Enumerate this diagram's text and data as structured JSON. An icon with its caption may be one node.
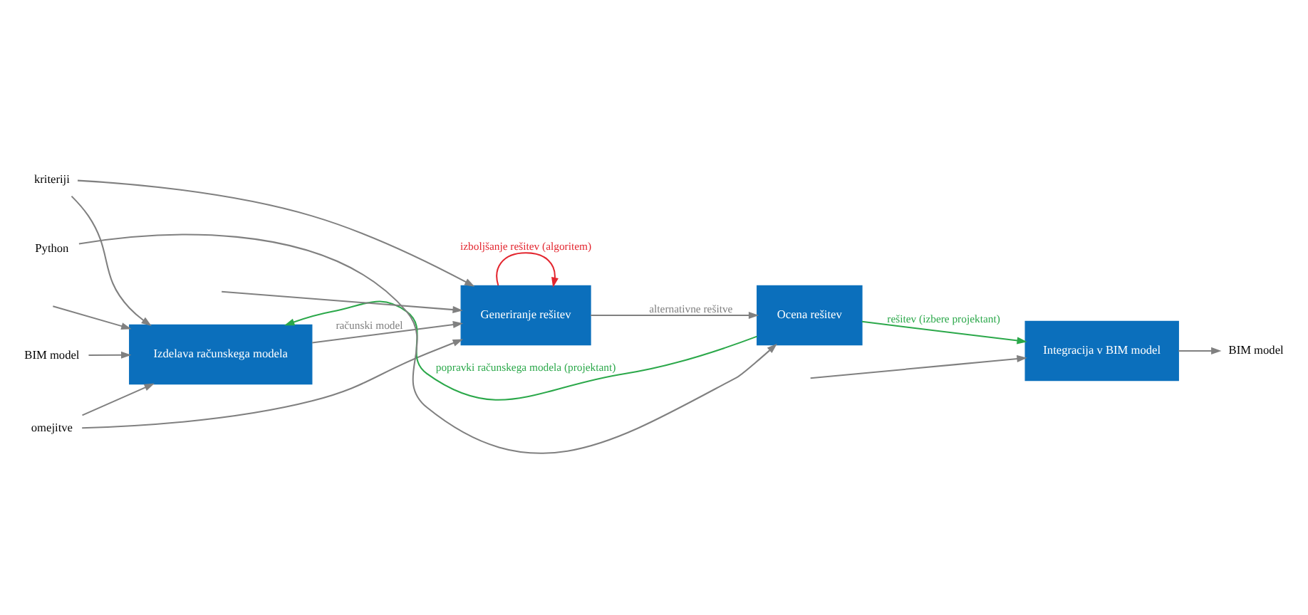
{
  "diagram": {
    "nodes": [
      {
        "text": [
          "BIM model"
        ]
      },
      {
        "text": [
          "kriteriji"
        ]
      },
      {
        "text": [
          "omejitve"
        ]
      },
      {
        "text": [
          "Izdelava računskega modela"
        ]
      },
      {
        "text": [
          "Generiranje rešitev"
        ]
      },
      {
        "text": [
          "Ocena rešitev"
        ]
      },
      {
        "text": [
          "Integracija v BIM model"
        ]
      },
      {
        "text": [
          "BIM model"
        ]
      },
      {
        "text": [
          "Python"
        ]
      }
    ],
    "edges": [
      {
        "from": 0,
        "to": 3,
        "arrow": "to"
      },
      {
        "from": 1,
        "to": 3,
        "arrow": "to"
      },
      {
        "from": 2,
        "to": 3,
        "arrow": "to"
      },
      {
        "from": 1,
        "to": 4,
        "arrow": "to"
      },
      {
        "from": 2,
        "to": 4,
        "arrow": "to"
      },
      {
        "from": 3,
        "to": 4,
        "arrow": "to",
        "label": "računski model"
      },
      {
        "from": 4,
        "to": 4,
        "arrow": "to",
        "label": "izboljšanje rešitev (algoritem)",
        "color": "#e3262f"
      },
      {
        "from": 4,
        "to": 5,
        "arrow": "to",
        "label": "alternativne rešitve"
      },
      {
        "from": 5,
        "to": 3,
        "arrow": "to",
        "label": "popravki računskega modela (projektant)",
        "color": "#2ba84a"
      },
      {
        "from": 5,
        "to": 6,
        "arrow": "to",
        "label": "rešitev (izbere projektant)",
        "color": "#2ba84a"
      },
      {
        "from": 6,
        "to": 7,
        "arrow": "to"
      },
      {
        "from": null,
        "to": 3,
        "arrow": "to"
      },
      {
        "from": null,
        "to": 4,
        "arrow": "to"
      },
      {
        "from": 8,
        "to": 5,
        "arrow": "to"
      },
      {
        "from": null,
        "to": 6,
        "arrow": "to"
      }
    ]
  }
}
